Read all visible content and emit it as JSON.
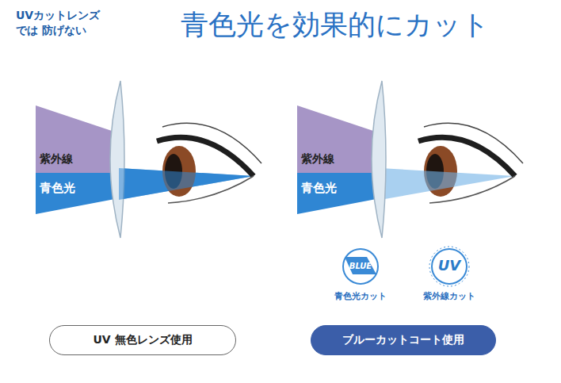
{
  "diagram": {
    "title": "青色光を効果的にカット",
    "nodes": [
      {
        "text": [
          "BLUE",
          "青色光カット"
        ]
      },
      {
        "text": [
          "UV",
          "紫外線カット"
        ]
      },
      {
        "text": [
          "UV 無色レンズ使用"
        ]
      },
      {
        "text": [
          "ブルーカットコート使用"
        ]
      }
    ],
    "labels": [
      "UVカットレンズでは 防げない",
      "紫外線",
      "青色光",
      "紫外線",
      "青色光"
    ]
  }
}
